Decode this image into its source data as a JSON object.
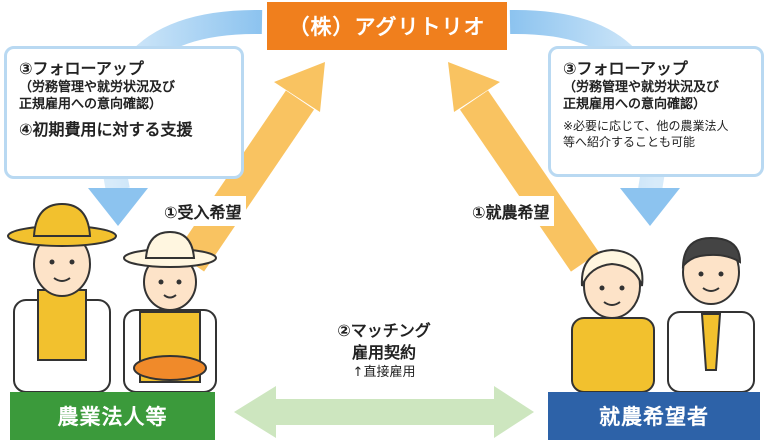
{
  "title": "（株）アグリトリオ",
  "left_callout": {
    "heading": "③フォローアップ",
    "detail_line1": "（労務管理や就労状況及び",
    "detail_line2": "正規雇用への意向確認）",
    "heading2": "④初期費用に対する支援"
  },
  "right_callout": {
    "heading": "③フォローアップ",
    "detail_line1": "（労務管理や就労状況及び",
    "detail_line2": "正規雇用への意向確認）",
    "note_line1": "※必要に応じて、他の農業法人",
    "note_line2": "等へ紹介することも可能"
  },
  "arrow_left_label": "①受入希望",
  "arrow_right_label": "①就農希望",
  "center": {
    "line1": "②マッチング",
    "line2": "雇用契約",
    "line3": "↑直接雇用"
  },
  "left_box_label": "農業法人等",
  "right_box_label": "就農希望者",
  "colors": {
    "title_bg": "#f07f1d",
    "left_box_bg": "#3b9a3b",
    "right_box_bg": "#2d62a8",
    "blue_arrow": "#8cc3ef",
    "orange_arrow": "#f9c361",
    "green_arrow": "#cde6bf"
  }
}
